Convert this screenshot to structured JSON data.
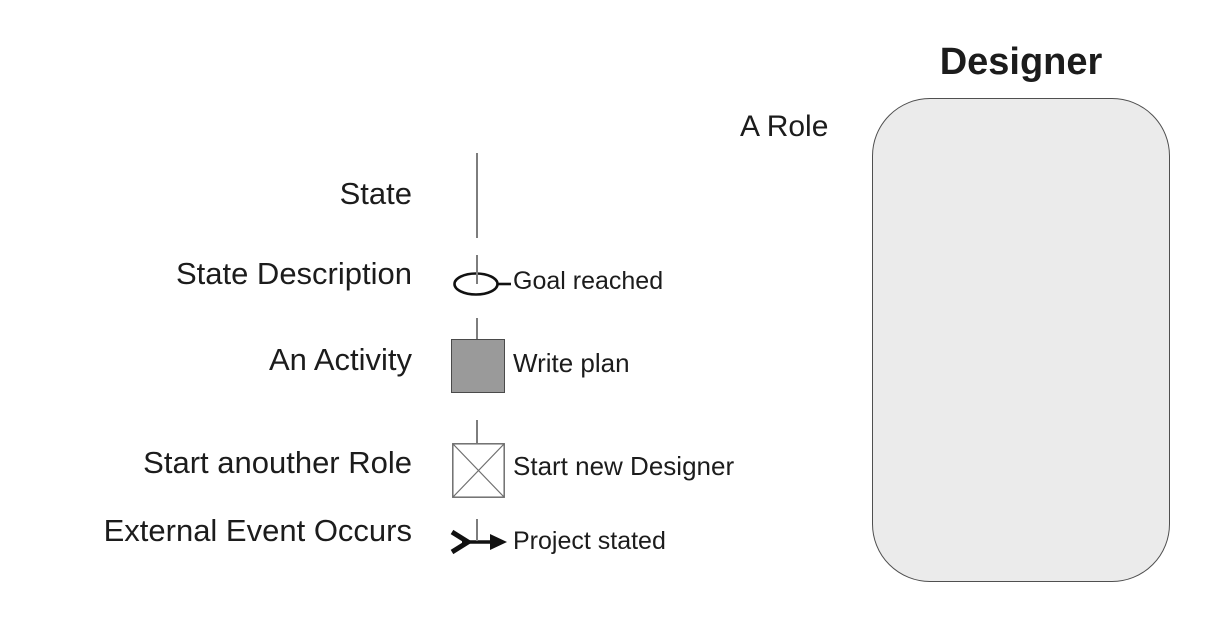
{
  "diagram": {
    "type": "role-activity-diagram-notation-legend",
    "role": {
      "title": "Designer",
      "label": "A Role"
    },
    "legend": [
      {
        "term": "State",
        "symbol": "state-line",
        "example": ""
      },
      {
        "term": "State Description",
        "symbol": "state-description-ellipse",
        "example": "Goal reached"
      },
      {
        "term": "An Activity",
        "symbol": "activity-square",
        "example": "Write plan"
      },
      {
        "term": "Start anouther Role",
        "symbol": "start-role-crossed-box",
        "example": "Start new Designer"
      },
      {
        "term": "External Event Occurs",
        "symbol": "external-event-arrow",
        "example": "Project stated"
      }
    ],
    "colors": {
      "background": "#ffffff",
      "text": "#1c1c1c",
      "state_line": "#7d7d7d",
      "activity_fill": "#9a9a9a",
      "activity_border": "#4a4a4a",
      "ellipse_stroke": "#111111",
      "crossed_box_stroke": "#6e6e6e",
      "arrow": "#111111",
      "role_fill": "#ebebeb",
      "role_border": "#4f4f4f"
    }
  }
}
